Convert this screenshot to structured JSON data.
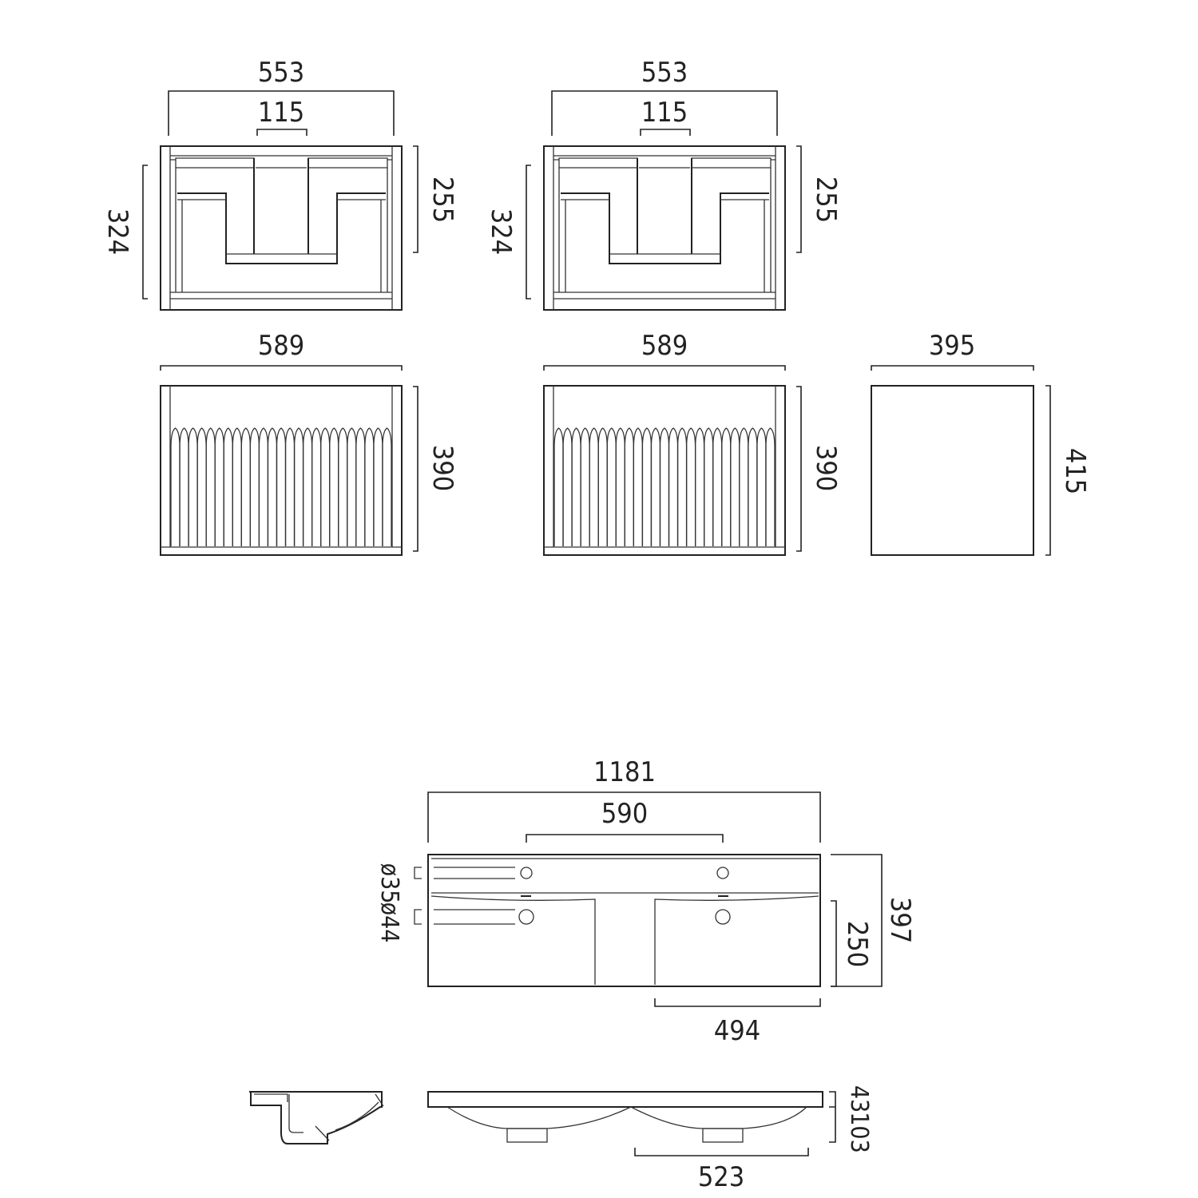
{
  "cabinet_top_view": {
    "width": "553",
    "gap": "115",
    "depth": "324",
    "inner_depth": "255"
  },
  "cabinet_front_view": {
    "width": "589",
    "height": "390"
  },
  "side_panel": {
    "width": "395",
    "height": "415"
  },
  "basin_top_view": {
    "width": "1181",
    "tap_spacing": "590",
    "depth": "397",
    "bowl_depth": "250",
    "bowl_width": "494",
    "hole_small": "ø35",
    "hole_large": "ø44"
  },
  "basin_side_view": {
    "top_thickness": "43",
    "height": "103",
    "drain_spacing": "523"
  }
}
